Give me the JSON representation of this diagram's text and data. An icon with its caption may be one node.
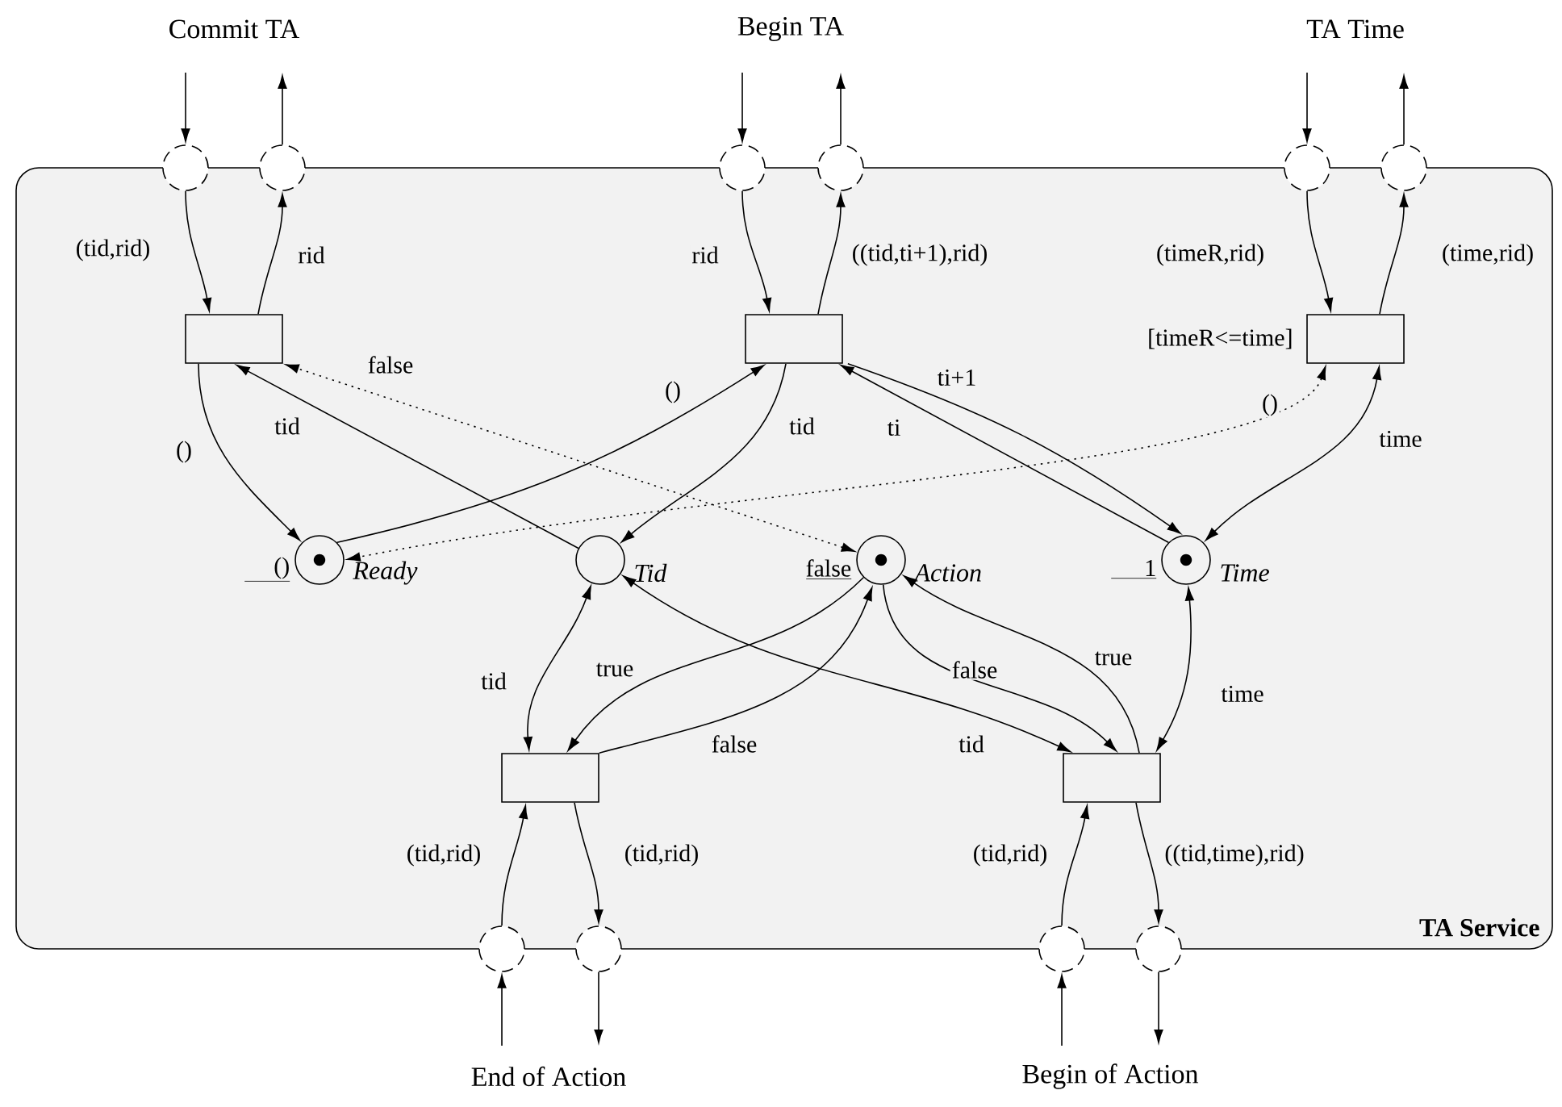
{
  "diagram": {
    "nodes": [
      {
        "text": [
          "TA Service"
        ]
      },
      {
        "text": [],
        "shape": "circle"
      },
      {
        "text": [],
        "shape": "circle"
      },
      {
        "text": [],
        "shape": "circle"
      },
      {
        "text": [],
        "shape": "circle"
      },
      {
        "text": [],
        "shape": "circle"
      },
      {
        "text": [],
        "shape": "circle"
      },
      {
        "text": [],
        "shape": "box",
        "in": 0
      },
      {
        "text": [],
        "shape": "box",
        "in": 0
      },
      {
        "text": [],
        "shape": "box",
        "in": 0,
        "beside": [
          "[timeR<=time]"
        ]
      },
      {
        "text": [
          "Ready"
        ],
        "in": 0,
        "beside": [
          "()"
        ]
      },
      {
        "text": [
          "Tid"
        ],
        "in": 0
      },
      {
        "text": [
          "Action"
        ],
        "in": 0,
        "beside": [
          "false"
        ]
      },
      {
        "text": [
          "Time"
        ],
        "in": 0,
        "beside": [
          "1"
        ]
      },
      {
        "text": [],
        "shape": "box",
        "in": 0
      },
      {
        "text": [],
        "shape": "box",
        "in": 0
      },
      {
        "text": [],
        "shape": "circle"
      },
      {
        "text": [],
        "shape": "circle"
      },
      {
        "text": [],
        "shape": "circle"
      },
      {
        "text": [],
        "shape": "circle"
      }
    ],
    "edges": [
      {
        "from": null,
        "to": 1,
        "arrow": "to"
      },
      {
        "from": 2,
        "to": null,
        "arrow": "to"
      },
      {
        "from": null,
        "to": 3,
        "arrow": "to"
      },
      {
        "from": 4,
        "to": null,
        "arrow": "to"
      },
      {
        "from": null,
        "to": 5,
        "arrow": "to"
      },
      {
        "from": 6,
        "to": null,
        "arrow": "to"
      },
      {
        "from": null,
        "to": 16,
        "arrow": "to"
      },
      {
        "from": 17,
        "to": null,
        "arrow": "to"
      },
      {
        "from": null,
        "to": 18,
        "arrow": "to"
      },
      {
        "from": 19,
        "to": null,
        "arrow": "to"
      },
      {
        "from": 1,
        "to": 7,
        "arrow": "to",
        "label": "(tid,rid)"
      },
      {
        "from": 7,
        "to": 2,
        "arrow": "to",
        "label": "rid"
      },
      {
        "from": 3,
        "to": 8,
        "arrow": "to",
        "label": "rid"
      },
      {
        "from": 8,
        "to": 4,
        "arrow": "to",
        "label": "((tid,ti+1),rid)"
      },
      {
        "from": 5,
        "to": 9,
        "arrow": "to",
        "label": "(timeR,rid)"
      },
      {
        "from": 9,
        "to": 6,
        "arrow": "to",
        "label": "(time,rid)"
      },
      {
        "from": 7,
        "to": 10,
        "arrow": "to",
        "label": "()"
      },
      {
        "from": 10,
        "to": 8,
        "arrow": "to",
        "label": "()"
      },
      {
        "from": 11,
        "to": 7,
        "arrow": "to",
        "label": "tid"
      },
      {
        "from": 12,
        "to": 7,
        "arrow": "both",
        "label": "false",
        "style": "dashed"
      },
      {
        "from": 8,
        "to": 11,
        "arrow": "to",
        "label": "tid"
      },
      {
        "from": 13,
        "to": 8,
        "arrow": "to",
        "label": "ti"
      },
      {
        "from": 8,
        "to": 13,
        "arrow": "to",
        "label": "ti+1"
      },
      {
        "from": 9,
        "to": 10,
        "arrow": "both",
        "label": "()",
        "style": "dashed"
      },
      {
        "from": 13,
        "to": 9,
        "arrow": "both",
        "label": "time"
      },
      {
        "from": 11,
        "to": 14,
        "arrow": "both",
        "label": "tid"
      },
      {
        "from": 12,
        "to": 14,
        "arrow": "to",
        "label": "true"
      },
      {
        "from": 14,
        "to": 12,
        "arrow": "to",
        "label": "false"
      },
      {
        "from": 15,
        "to": 11,
        "arrow": "both",
        "label": "tid"
      },
      {
        "from": 12,
        "to": 15,
        "arrow": "to",
        "label": "false"
      },
      {
        "from": 15,
        "to": 12,
        "arrow": "to",
        "label": "true"
      },
      {
        "from": 13,
        "to": 15,
        "arrow": "both",
        "label": "time"
      },
      {
        "from": 16,
        "to": 14,
        "arrow": "to",
        "label": "(tid,rid)"
      },
      {
        "from": 14,
        "to": 17,
        "arrow": "to",
        "label": "(tid,rid)"
      },
      {
        "from": 18,
        "to": 15,
        "arrow": "to",
        "label": "(tid,rid)"
      },
      {
        "from": 15,
        "to": 19,
        "arrow": "to",
        "label": "((tid,time),rid)"
      }
    ],
    "labels": [
      "Commit TA",
      "Begin TA",
      "TA Time",
      "End of Action",
      "Begin of Action"
    ]
  }
}
